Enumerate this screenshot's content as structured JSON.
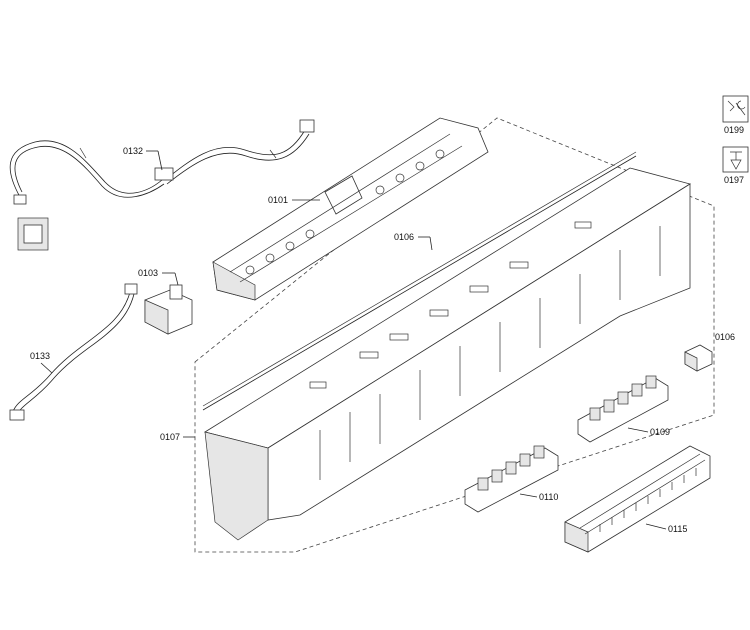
{
  "callouts": {
    "c0132": "0132",
    "c0101": "0101",
    "c0103": "0103",
    "c0106a": "0106",
    "c0106b": "0106",
    "c0133": "0133",
    "c0107": "0107",
    "c0109": "0109",
    "c0110": "0110",
    "c0115": "0115",
    "c0199": "0199",
    "c0197": "0197"
  },
  "icons": {
    "top": "wrench-icon",
    "bottom": "screw-icon"
  }
}
